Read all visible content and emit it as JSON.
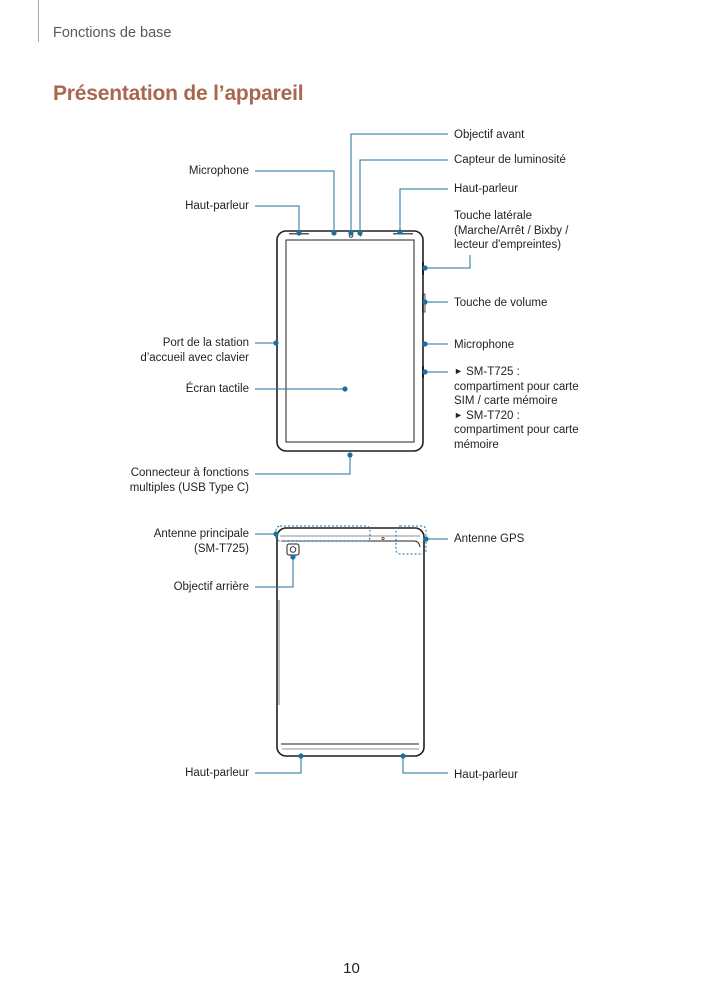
{
  "header": {
    "section": "Fonctions de base"
  },
  "page": {
    "title": "Présentation de l’appareil",
    "number": "10"
  },
  "colors": {
    "accent": "#a9674f",
    "callout": "#1c6fa1",
    "outline": "#231f20"
  },
  "front_labels": {
    "front_camera": "Objectif avant",
    "light_sensor": "Capteur de luminosité",
    "speaker_top_right": "Haut-parleur",
    "side_key": [
      "Touche latérale",
      "(Marche/Arrêt / Bixby /",
      "lecteur d'empreintes)"
    ],
    "volume_key": "Touche de volume",
    "microphone_right": "Microphone",
    "sim_tray": {
      "mark": "►",
      "t725_model": "SM-T725 :",
      "t725_lines": [
        "compartiment pour carte",
        "SIM / carte mémoire"
      ],
      "t720_model": "SM-T720 :",
      "t720_lines": [
        "compartiment pour carte",
        "mémoire"
      ]
    },
    "microphone_left": "Microphone",
    "speaker_top_left": "Haut-parleur",
    "dock_port": [
      "Port de la station",
      "d’accueil avec clavier"
    ],
    "touchscreen": "Écran tactile",
    "usb_connector": [
      "Connecteur à fonctions",
      "multiples (USB Type C)"
    ]
  },
  "back_labels": {
    "main_antenna": [
      "Antenne principale",
      "(SM-T725)"
    ],
    "gps_antenna": "Antenne GPS",
    "rear_camera": "Objectif arrière",
    "speaker_bottom_left": "Haut-parleur",
    "speaker_bottom_right": "Haut-parleur"
  }
}
